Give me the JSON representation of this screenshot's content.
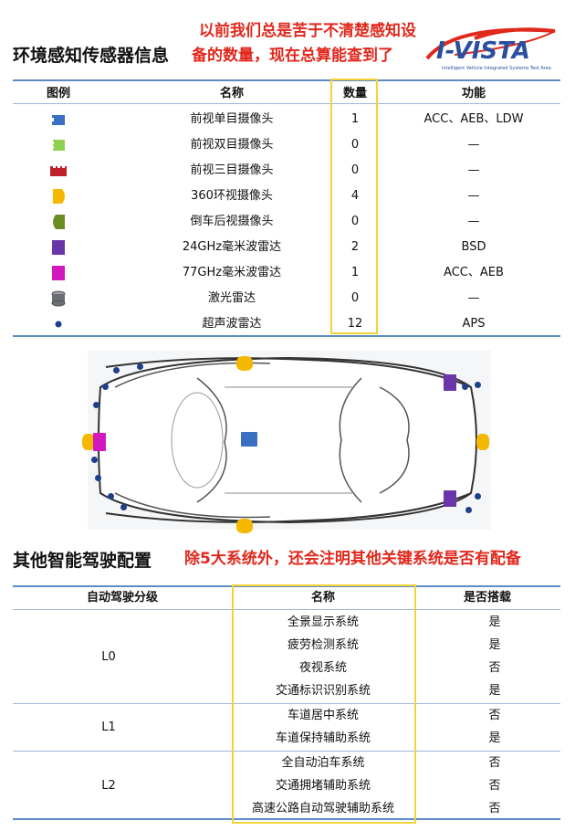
{
  "header": {
    "title": "环境感知传感器信息",
    "red_note_line1": "以前我们总是苦于不清楚感知设",
    "red_note_line2": "备的数量，现在总算能查到了",
    "logo_text": "I-VISTA",
    "logo_subtext": "Intelligent Vehicle Integrated Systems Test Area"
  },
  "sensor_table": {
    "columns": [
      "图例",
      "名称",
      "数量",
      "功能"
    ],
    "rows": [
      {
        "icon": "front-mono-camera-icon",
        "color": "#3a6fc4",
        "name": "前视单目摄像头",
        "count": "1",
        "function": "ACC、AEB、LDW"
      },
      {
        "icon": "front-stereo-camera-icon",
        "color": "#8fd14f",
        "name": "前视双目摄像头",
        "count": "0",
        "function": "—"
      },
      {
        "icon": "front-tri-camera-icon",
        "color": "#c0202a",
        "name": "前视三目摄像头",
        "count": "0",
        "function": "—"
      },
      {
        "icon": "surround-camera-icon",
        "color": "#f5b800",
        "name": "360环视摄像头",
        "count": "4",
        "function": "—"
      },
      {
        "icon": "rear-camera-icon",
        "color": "#6b8e23",
        "name": "倒车后视摄像头",
        "count": "0",
        "function": "—"
      },
      {
        "icon": "mmwave-radar-24-icon",
        "color": "#6a35a8",
        "name": "24GHz毫米波雷达",
        "count": "2",
        "function": "BSD"
      },
      {
        "icon": "mmwave-radar-77-icon",
        "color": "#d418c0",
        "name": "77GHz毫米波雷达",
        "count": "1",
        "function": "ACC、AEB"
      },
      {
        "icon": "lidar-icon",
        "color": "#6b6f75",
        "name": "激光雷达",
        "count": "0",
        "function": "—"
      },
      {
        "icon": "ultrasonic-radar-icon",
        "color": "#1f3f8a",
        "name": "超声波雷达",
        "count": "12",
        "function": "APS"
      }
    ]
  },
  "section2": {
    "title": "其他智能驾驶配置",
    "red_note": "除5大系统外，还会注明其他关键系统是否有配备",
    "columns": [
      "自动驾驶分级",
      "名称",
      "是否搭载"
    ],
    "groups": [
      {
        "level": "L0",
        "items": [
          {
            "name": "全景显示系统",
            "equipped": "是"
          },
          {
            "name": "疲劳检测系统",
            "equipped": "是"
          },
          {
            "name": "夜视系统",
            "equipped": "否"
          },
          {
            "name": "交通标识识别系统",
            "equipped": "是"
          }
        ]
      },
      {
        "level": "L1",
        "items": [
          {
            "name": "车道居中系统",
            "equipped": "否"
          },
          {
            "name": "车道保持辅助系统",
            "equipped": "是"
          }
        ]
      },
      {
        "level": "L2",
        "items": [
          {
            "name": "全自动泊车系统",
            "equipped": "否"
          },
          {
            "name": "交通拥堵辅助系统",
            "equipped": "否"
          },
          {
            "name": "高速公路自动驾驶辅助系统",
            "equipped": "否"
          }
        ]
      }
    ]
  },
  "colors": {
    "accent_rule": "#5b8dc4",
    "highlight_box": "#f2d33a",
    "red_note": "#e0281c"
  }
}
